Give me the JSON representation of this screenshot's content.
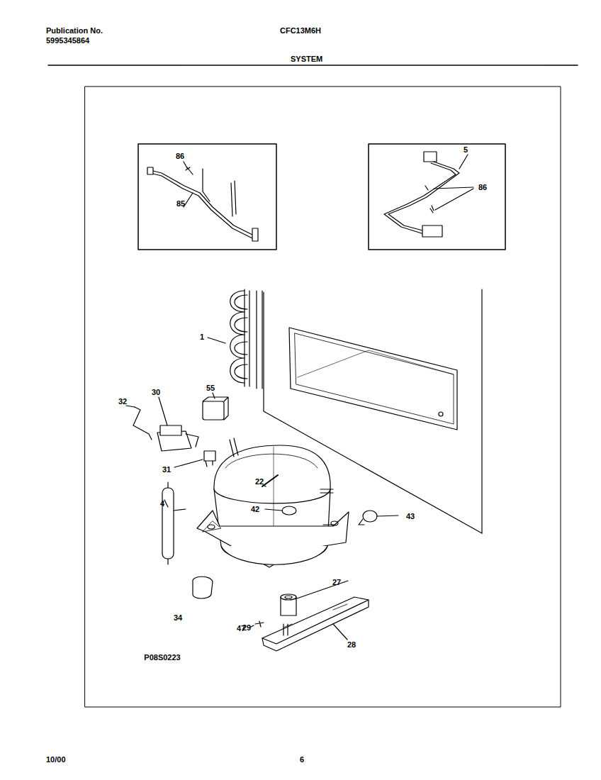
{
  "diagram": {
    "title": "SYSTEM",
    "labels": [
      "Publication No.",
      "5995345864",
      "CFC13M6H",
      "10/00",
      "6",
      "86",
      "85",
      "5",
      "86",
      "1",
      "55",
      "30",
      "32",
      "31",
      "22",
      "4",
      "42",
      "43",
      "29",
      "27",
      "34",
      "47",
      "28",
      "P08S0223"
    ]
  }
}
